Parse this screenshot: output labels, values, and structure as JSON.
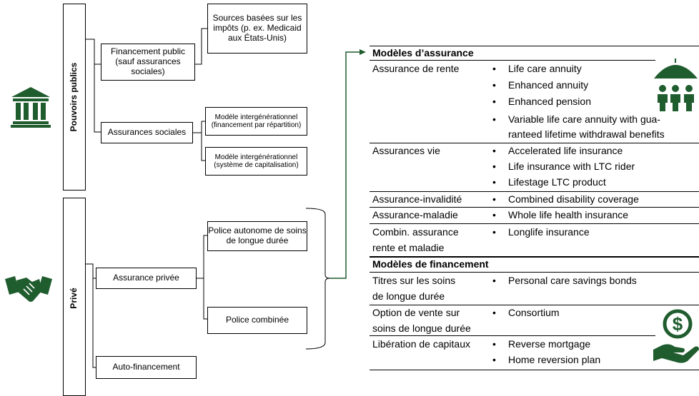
{
  "colors": {
    "accent": "#1f5c2e",
    "line": "#000000"
  },
  "left": {
    "public_label": "Pouvoirs publics",
    "private_label": "Privé",
    "public_funding": "Financement public (sauf assurances sociales)",
    "tax_sources": "Sources basées sur les impôts (p. ex. Medicaid aux États-Unis)",
    "social_insurance": "Assurances sociales",
    "intergen_1": "Modèle intergénérationnel (financement par répartition)",
    "intergen_2": "Modèle intergénérationnel (système de capitalisation)",
    "private_insurance": "Assurance privée",
    "standalone_policy": "Police autonome de soins de longue durée",
    "combined_policy": "Police combinée",
    "self_financing": "Auto-financement",
    "icons": [
      "government-building-icon",
      "handshake-icon"
    ]
  },
  "table": {
    "section1_title": "Modèles d’assurance",
    "section2_title": "Modèles de financement",
    "rows": [
      {
        "cat": [
          "Assurance de rente"
        ],
        "items": [
          "Life care annuity",
          "Enhanced annuity",
          "Enhanced pension",
          "Variable life care annuity with gua-",
          "ranteed lifetime withdrawal benefits"
        ]
      },
      {
        "cat": [
          "Assurances vie"
        ],
        "items": [
          "Accelerated life insurance",
          "Life insurance with LTC rider",
          "Lifestage LTC product"
        ]
      },
      {
        "cat": [
          "Assurance-invalidité"
        ],
        "items": [
          "Combined disability coverage"
        ]
      },
      {
        "cat": [
          "Assurance-maladie"
        ],
        "items": [
          "Whole life health insurance"
        ]
      },
      {
        "cat": [
          "Combin. assurance",
          "rente et maladie"
        ],
        "items": [
          "Longlife insurance"
        ]
      },
      {
        "cat": [
          "Titres sur les soins",
          "de longue durée"
        ],
        "items": [
          "Personal care savings bonds"
        ]
      },
      {
        "cat": [
          "Option de vente sur",
          "soins de longue durée"
        ],
        "items": [
          "Consortium"
        ]
      },
      {
        "cat": [
          "Libération de capitaux"
        ],
        "items": [
          "Reverse mortgage",
          "Home reversion plan"
        ]
      }
    ],
    "icons": [
      "umbrella-family-icon",
      "money-hand-icon"
    ]
  }
}
